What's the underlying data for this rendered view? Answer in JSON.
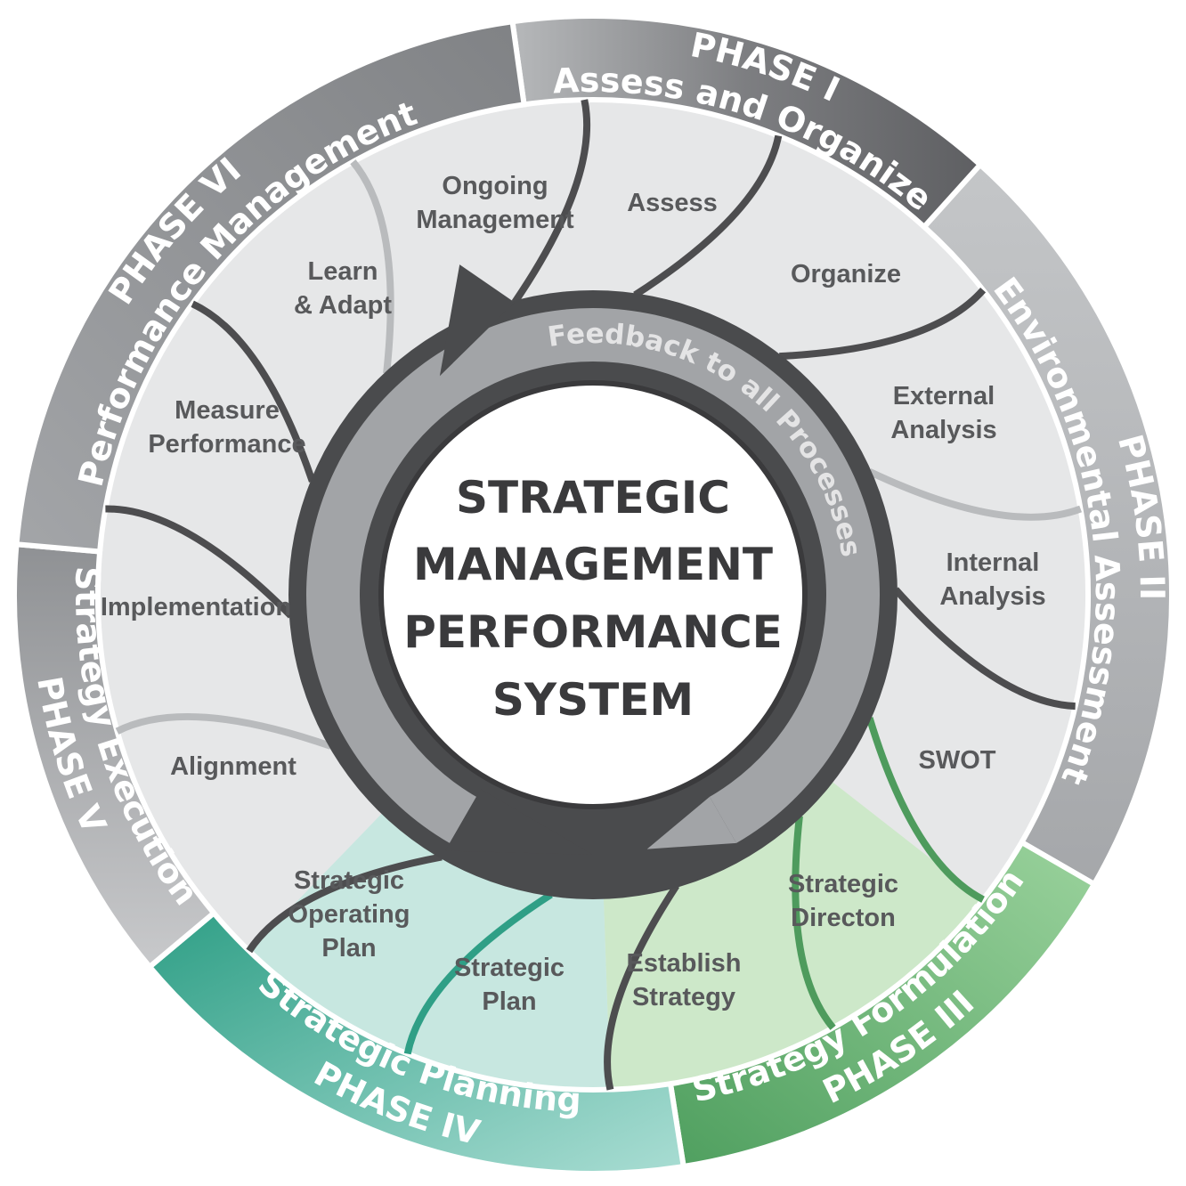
{
  "center_title": [
    "STRATEGIC",
    "MANAGEMENT",
    "PERFORMANCE",
    "SYSTEM"
  ],
  "feedback_label": "Feedback to all Processes",
  "phases": [
    {
      "phase": "PHASE I",
      "name": "Assess and Organize",
      "color": "#6d6e71"
    },
    {
      "phase": "PHASE II",
      "name": "Environmental Assessment",
      "color": "#b3b5b8"
    },
    {
      "phase": "PHASE III",
      "name": "Strategy Formulation",
      "color": "#5fae6e"
    },
    {
      "phase": "PHASE IV",
      "name": "Strategic Planning",
      "color": "#3aa58f"
    },
    {
      "phase": "PHASE V",
      "name": "Strategy Execution",
      "color": "#a3a5a8"
    },
    {
      "phase": "PHASE VI",
      "name": "Performance Management",
      "color": "#909295"
    }
  ],
  "steps": [
    {
      "lines": [
        "Assess"
      ]
    },
    {
      "lines": [
        "Organize"
      ]
    },
    {
      "lines": [
        "External",
        "Analysis"
      ]
    },
    {
      "lines": [
        "Internal",
        "Analysis"
      ]
    },
    {
      "lines": [
        "SWOT"
      ]
    },
    {
      "lines": [
        "Strategic",
        "Directon"
      ]
    },
    {
      "lines": [
        "Establish",
        "Strategy"
      ]
    },
    {
      "lines": [
        "Strategic",
        "Plan"
      ]
    },
    {
      "lines": [
        "Strategic",
        "Operating",
        "Plan"
      ]
    },
    {
      "lines": [
        "Alignment"
      ]
    },
    {
      "lines": [
        "Implementation"
      ]
    },
    {
      "lines": [
        "Measure",
        "Performance"
      ]
    },
    {
      "lines": [
        "Learn",
        "& Adapt"
      ]
    },
    {
      "lines": [
        "Ongoing",
        "Management"
      ]
    }
  ]
}
